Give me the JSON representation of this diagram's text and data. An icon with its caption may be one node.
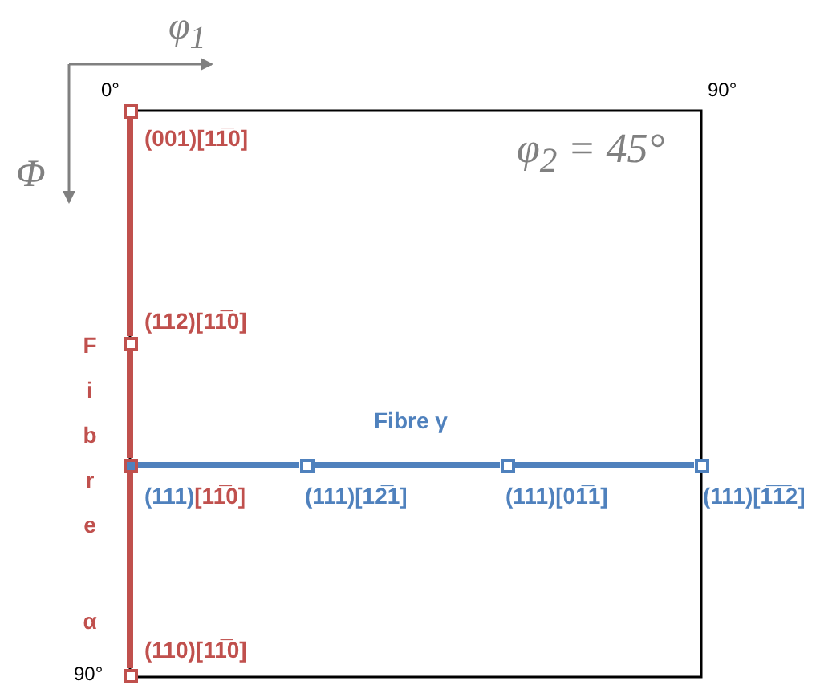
{
  "diagram": {
    "nodes": [
      {
        "text": [],
        "shape": "box",
        "beside": [
          "(001)[11̅0]"
        ]
      },
      {
        "text": [],
        "shape": "box",
        "beside": [
          "(112)[11̅0]"
        ]
      },
      {
        "text": [],
        "shape": "box",
        "beside": [
          "(111)[11̅0]"
        ]
      },
      {
        "text": [],
        "shape": "box",
        "beside": [
          "(110)[11̅0]"
        ]
      },
      {
        "text": [],
        "shape": "box",
        "beside": [
          "(111)[12̅1]"
        ]
      },
      {
        "text": [],
        "shape": "box",
        "beside": [
          "(111)[01̅1]"
        ]
      },
      {
        "text": [],
        "shape": "box",
        "beside": [
          "(111)[1̅1̅2]"
        ]
      }
    ],
    "edges": [
      {
        "from": 0,
        "to": 1,
        "arrow": "none",
        "color": "#c0504d"
      },
      {
        "from": 1,
        "to": 2,
        "arrow": "none",
        "color": "#c0504d"
      },
      {
        "from": 2,
        "to": 3,
        "arrow": "none",
        "color": "#c0504d"
      },
      {
        "from": 2,
        "to": 4,
        "arrow": "none",
        "color": "#4f81bd"
      },
      {
        "from": 4,
        "to": 5,
        "arrow": "none",
        "color": "#4f81bd"
      },
      {
        "from": 5,
        "to": 6,
        "arrow": "none",
        "color": "#4f81bd"
      }
    ],
    "labels": [
      "φ$_{1}$",
      "0°",
      "90°",
      "Φ",
      "φ$_{2}$ = 45°",
      "Fibre γ",
      "Fibre α",
      "90°"
    ]
  }
}
